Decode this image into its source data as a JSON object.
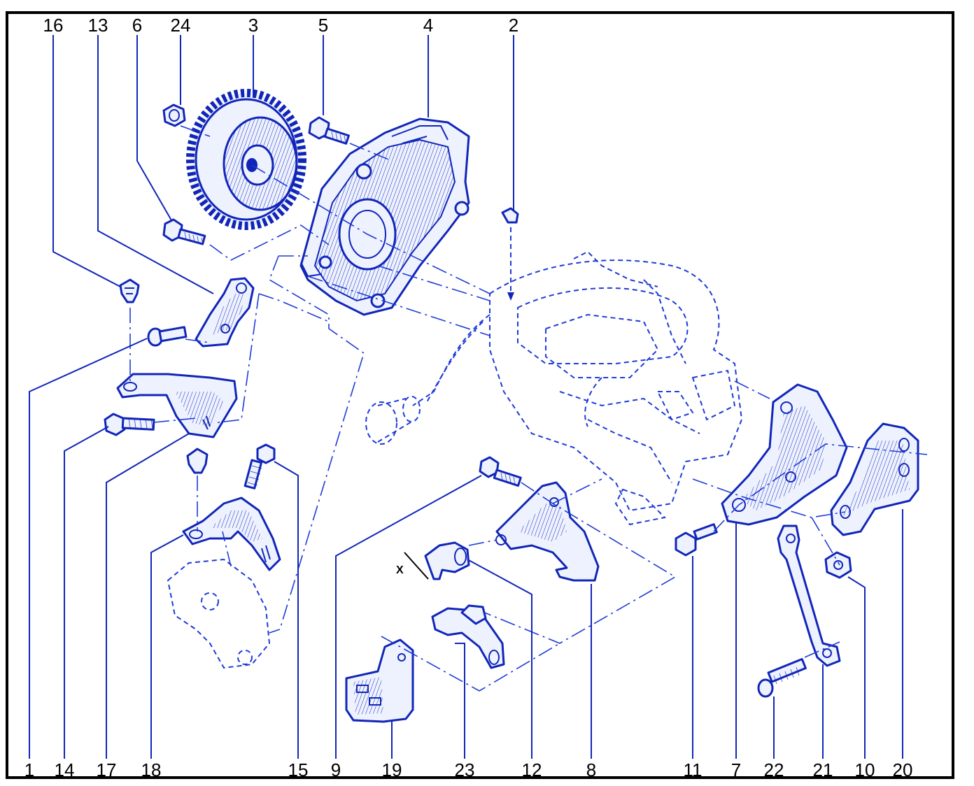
{
  "callouts_top": [
    "16",
    "13",
    "6",
    "24",
    "3",
    "5",
    "4",
    "2"
  ],
  "callouts_bottom": [
    "1",
    "14",
    "17",
    "18",
    "15",
    "9",
    "19",
    "23",
    "12",
    "8",
    "11",
    "7",
    "22",
    "21",
    "10",
    "20"
  ],
  "marker_x": "X",
  "colors": {
    "line": "#1126b8",
    "frame": "#000000",
    "background": "#ffffff"
  }
}
